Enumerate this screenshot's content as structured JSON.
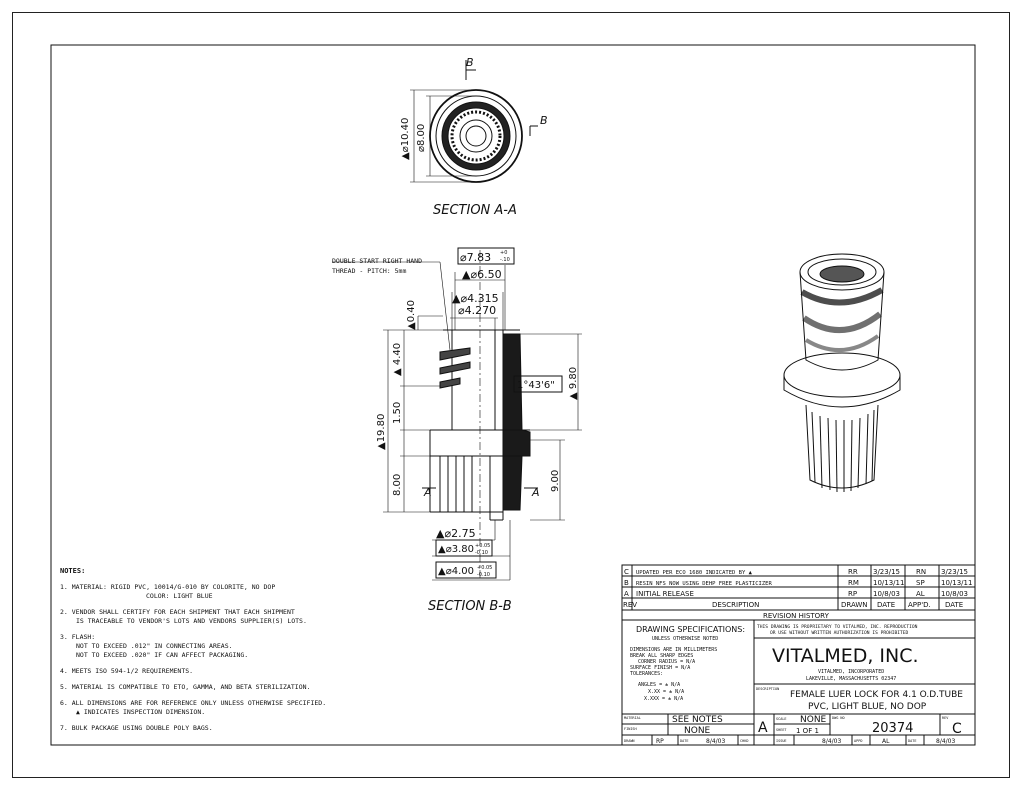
{
  "sections": {
    "aa": {
      "title": "SECTION A-A",
      "dim_outer": "▲⌀10.40",
      "dim_inner": "⌀8.00",
      "cut_top": "B",
      "cut_right": "B"
    },
    "bb": {
      "title": "SECTION B-B",
      "thread_note_1": "DOUBLE START RIGHT HAND",
      "thread_note_2": "THREAD - PITCH: 5mm",
      "dim_top_od": "⌀7.83",
      "dim_top_od_tol_up": "+0",
      "dim_top_od_tol_dn": "-.10",
      "dim_650": "▲⌀6.50",
      "dim_4315": "▲⌀4.315",
      "dim_4270": "⌀4.270",
      "dim_040": "▲0.40",
      "dim_440": "▲ 4.40",
      "dim_150": "1.50",
      "dim_1980": "▲19.80",
      "dim_800": "8.00",
      "dim_980": "▲ 9.80",
      "dim_900": "9.00",
      "dim_angle": "1°43'6\"",
      "dim_275": "▲⌀2.75",
      "dim_380": "▲⌀3.80",
      "dim_380_tol_up": "+0.05",
      "dim_380_tol_dn": "-0.10",
      "dim_400": "▲⌀4.00",
      "dim_400_tol_up": "+0.05",
      "dim_400_tol_dn": "-0.10",
      "cut_left": "A",
      "cut_right": "A"
    }
  },
  "notes": {
    "heading": "NOTES:",
    "items": [
      "1. MATERIAL: RIGID PVC, 10014/G-010 BY COLORITE, NO DOP",
      "COLOR: LIGHT BLUE",
      "2. VENDOR SHALL CERTIFY FOR EACH SHIPMENT THAT EACH SHIPMENT",
      "IS TRACEABLE TO VENDOR'S LOTS AND VENDORS SUPPLIER(S) LOTS.",
      "3. FLASH:",
      "NOT TO EXCEED .012\" IN CONNECTING AREAS.",
      "NOT TO EXCEED .020\" IF CAN AFFECT PACKAGING.",
      "4. MEETS ISO 594-1/2 REQUIREMENTS.",
      "5. MATERIAL IS COMPATIBLE TO ETO, GAMMA, AND BETA STERILIZATION.",
      "6. ALL DIMENSIONS ARE FOR REFERENCE ONLY UNLESS OTHERWISE SPECIFIED.",
      "▲ INDICATES INSPECTION DIMENSION.",
      "7. BULK PACKAGE USING DOUBLE POLY BAGS."
    ]
  },
  "revisions": {
    "rows": [
      {
        "rev": "C",
        "desc": "UPDATED PER ECO 1680 INDICATED BY ▲",
        "drawn": "RR",
        "date": "3/23/15",
        "appd": "RN",
        "date2": "3/23/15"
      },
      {
        "rev": "B",
        "desc": "RESIN NFS NOW USING DEHP FREE PLASTICIZER",
        "drawn": "RM",
        "date": "10/13/11",
        "appd": "SP",
        "date2": "10/13/11"
      },
      {
        "rev": "A",
        "desc": "INITIAL RELEASE",
        "drawn": "RP",
        "date": "10/8/03",
        "appd": "AL",
        "date2": "10/8/03"
      }
    ],
    "head_rev": "REV",
    "head_desc": "DESCRIPTION",
    "head_drawn": "DRAWN",
    "head_date": "DATE",
    "head_appd": "APP'D.",
    "head_date2": "DATE",
    "title": "REVISION HISTORY"
  },
  "title_block": {
    "spec_title": "DRAWING SPECIFICATIONS:",
    "spec_sub": "UNLESS OTHERWISE NOTED",
    "spec_lines": [
      "DIMENSIONS ARE IN MILLIMETERS",
      "BREAK ALL SHARP EDGES",
      "CORNER RADIUS = N/A",
      "SURFACE FINISH = N/A",
      "TOLERANCES:",
      "ANGLES = ± N/A",
      "X.XX = ± N/A",
      "X.XXX = ± N/A"
    ],
    "proprietary_1": "THIS DRAWING IS PROPRIETARY TO VITALMED, INC. REPRODUCTION",
    "proprietary_2": "OR USE WITHOUT WRITTEN AUTHORIZATION IS PROHIBITED",
    "company": "VITALMED, INC.",
    "company_sub_1": "VITALMED, INCORPORATED",
    "company_sub_2": "LAKEVILLE, MASSACHUSETTS 02347",
    "description_label": "DESCRIPTION",
    "description_1": "FEMALE LUER LOCK FOR 4.1 O.D.TUBE",
    "description_2": "PVC, LIGHT BLUE, NO DOP",
    "material_label": "MATERIAL",
    "material_value": "SEE NOTES",
    "finish_label": "FINISH",
    "finish_value": "NONE",
    "size": "A",
    "scale_label": "SCALE",
    "scale_value": "NONE",
    "sheet_label": "SHEET",
    "sheet_value": "1 OF 1",
    "dwg_label": "DWG NO",
    "dwg_no": "20374",
    "rev_label": "REV",
    "rev_value": "C",
    "drawn_label": "DRAWN",
    "drawn_value": "RP",
    "date_label": "DATE",
    "date_value": "8/4/03",
    "chkd_label": "CHKD",
    "issue_label": "ISSUE",
    "issue_date": "8/4/03",
    "appd_label": "APPD",
    "appd_value": "AL",
    "date3_label": "DATE",
    "date3_value": "8/4/03"
  }
}
